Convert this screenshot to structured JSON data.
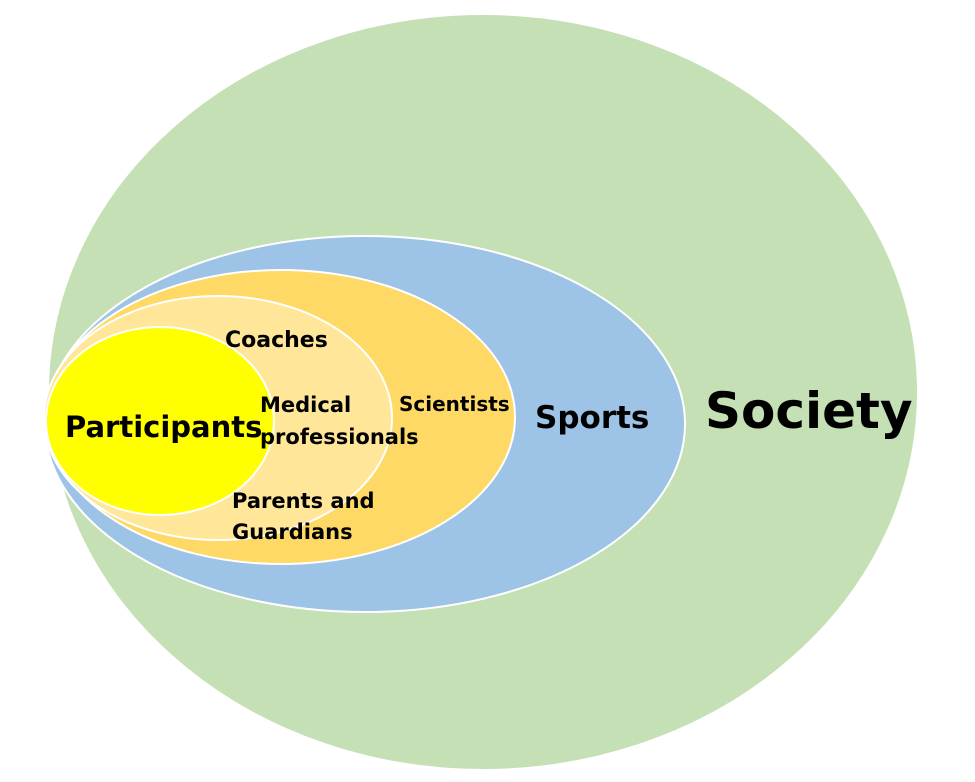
{
  "diagram": {
    "layers": {
      "society": {
        "label": "Society",
        "color": "#c5e0b4"
      },
      "sports": {
        "label": "Sports",
        "color": "#9dc3e6"
      },
      "scientists": {
        "label": "Scientists",
        "color": "#ffd966"
      },
      "inner_support": {
        "color": "#ffe699",
        "labels": {
          "coaches": "Coaches",
          "medical_line1": "Medical",
          "medical_line2": "professionals",
          "parents_line1": "Parents and",
          "parents_line2": "Guardians"
        }
      },
      "participants": {
        "label": "Participants",
        "color": "#ffff00"
      }
    },
    "outline_color": "#ffffff"
  }
}
